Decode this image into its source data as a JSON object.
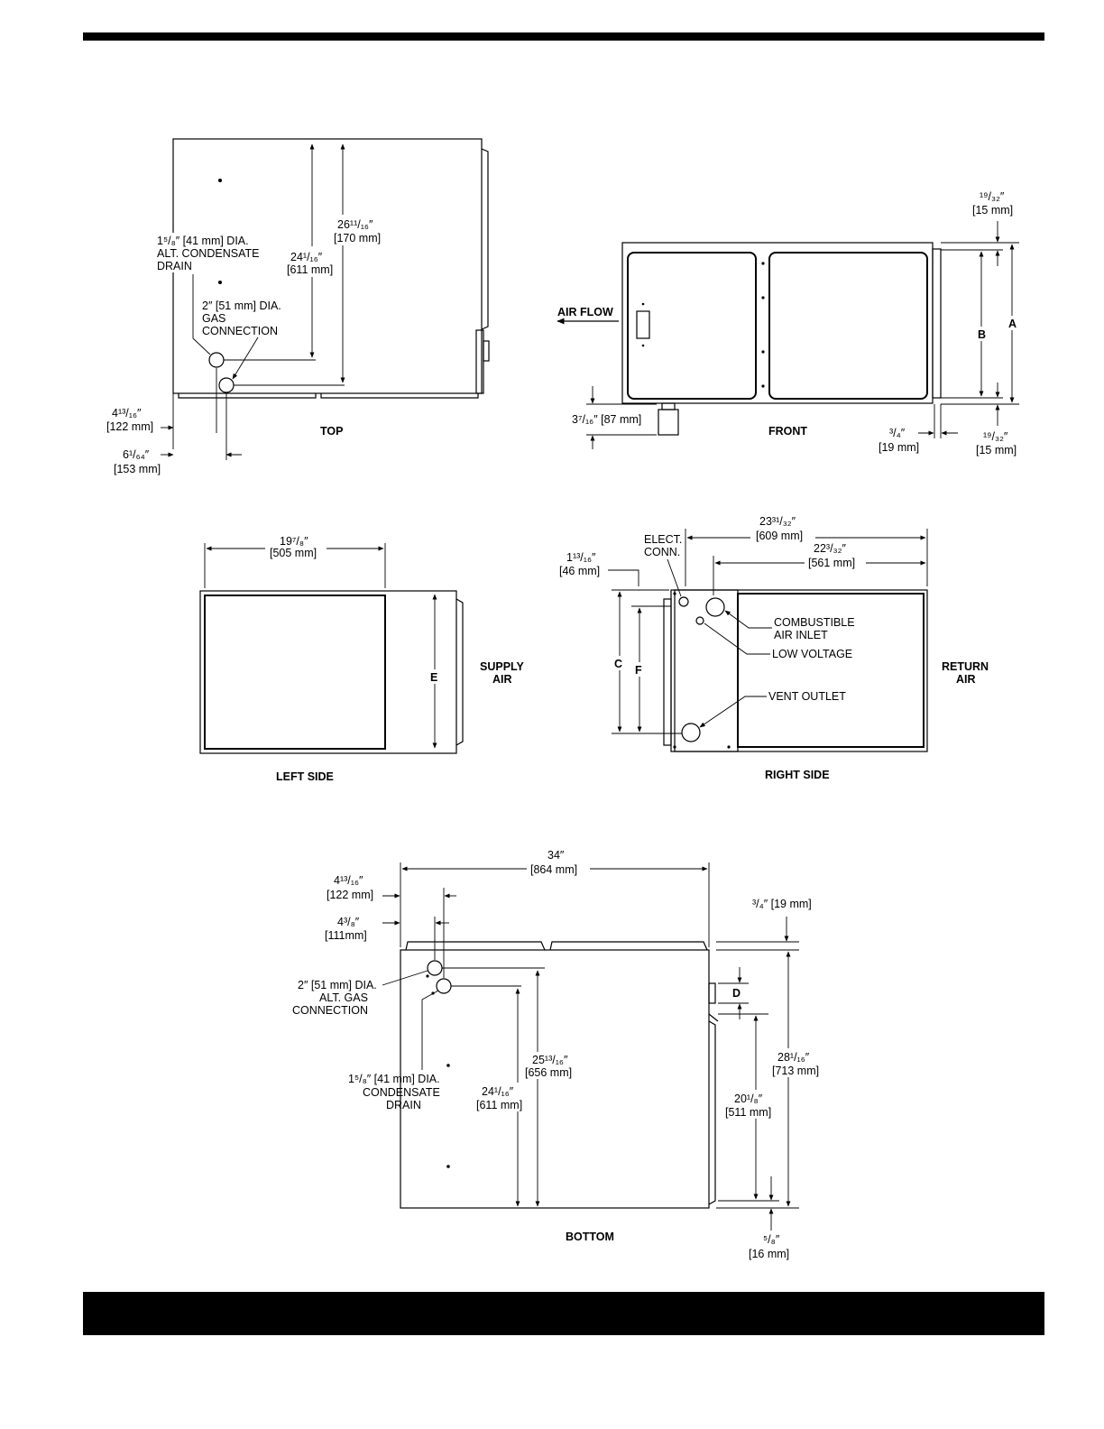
{
  "views": {
    "top": {
      "title": "TOP",
      "dim_depth": "26¹¹/₁₆″",
      "dim_depth_mm": "[170 mm]",
      "dim_drain_pos": "24¹/₁₆″",
      "dim_drain_pos_mm": "[611 mm]",
      "condensate_l1": "1⁵/₈″ [41 mm] DIA.",
      "condensate_l2": "ALT. CONDENSATE",
      "condensate_l3": "DRAIN",
      "gas_l1": "2″ [51 mm] DIA.",
      "gas_l2": "GAS",
      "gas_l3": "CONNECTION",
      "dim_left1": "4¹³/₁₆″",
      "dim_left1_mm": "[122 mm]",
      "dim_left2": "6¹/₆₄″",
      "dim_left2_mm": "[153 mm]"
    },
    "front": {
      "title": "FRONT",
      "air_flow": "AIR FLOW",
      "dim_top": "¹⁹/₃₂″",
      "dim_top_mm": "[15 mm]",
      "label_a": "A",
      "label_b": "B",
      "dim_foot": "3⁷/₁₆″ [87 mm]",
      "dim_side": "³/₄″",
      "dim_side_mm": "[19 mm]",
      "dim_bottom": "¹⁹/₃₂″",
      "dim_bottom_mm": "[15 mm]"
    },
    "left_side": {
      "title": "LEFT SIDE",
      "dim_width": "19⁷/₈″",
      "dim_width_mm": "[505 mm]",
      "label_e": "E",
      "supply_l1": "SUPPLY",
      "supply_l2": "AIR"
    },
    "right_side": {
      "title": "RIGHT SIDE",
      "dim_overall": "23³¹/₃₂″",
      "dim_overall_mm": "[609 mm]",
      "dim_inner": "22³/₃₂″",
      "dim_inner_mm": "[561 mm]",
      "dim_offset": "1¹³/₁₆″",
      "dim_offset_mm": "[46 mm]",
      "elect_l1": "ELECT.",
      "elect_l2": "CONN.",
      "combustible_l1": "COMBUSTIBLE",
      "combustible_l2": "AIR INLET",
      "low_voltage": "LOW VOLTAGE",
      "vent_outlet": "VENT OUTLET",
      "label_c": "C",
      "label_f": "F",
      "return_l1": "RETURN",
      "return_l2": "AIR"
    },
    "bottom": {
      "title": "BOTTOM",
      "dim_width": "34″",
      "dim_width_mm": "[864 mm]",
      "dim_left1": "4¹³/₁₆″",
      "dim_left1_mm": "[122 mm]",
      "dim_left2": "4³/₈″",
      "dim_left2_mm": "[111mm]",
      "gas_l1": "2″ [51 mm] DIA.",
      "gas_l2": "ALT. GAS",
      "gas_l3": "CONNECTION",
      "drain_l1": "1⁵/₈″ [41 mm] DIA.",
      "drain_l2": "CONDENSATE",
      "drain_l3": "DRAIN",
      "dim_drain": "24¹/₁₆″",
      "dim_drain_mm": "[611 mm]",
      "dim_gas": "25¹³/₁₆″",
      "dim_gas_mm": "[656 mm]",
      "dim_top_right": "³/₄″ [19 mm]",
      "label_d": "D",
      "dim_mid": "20¹/₈″",
      "dim_mid_mm": "[511 mm]",
      "dim_depth": "28¹/₁₆″",
      "dim_depth_mm": "[713 mm]",
      "dim_bot": "⁵/₈″",
      "dim_bot_mm": "[16 mm]"
    }
  }
}
